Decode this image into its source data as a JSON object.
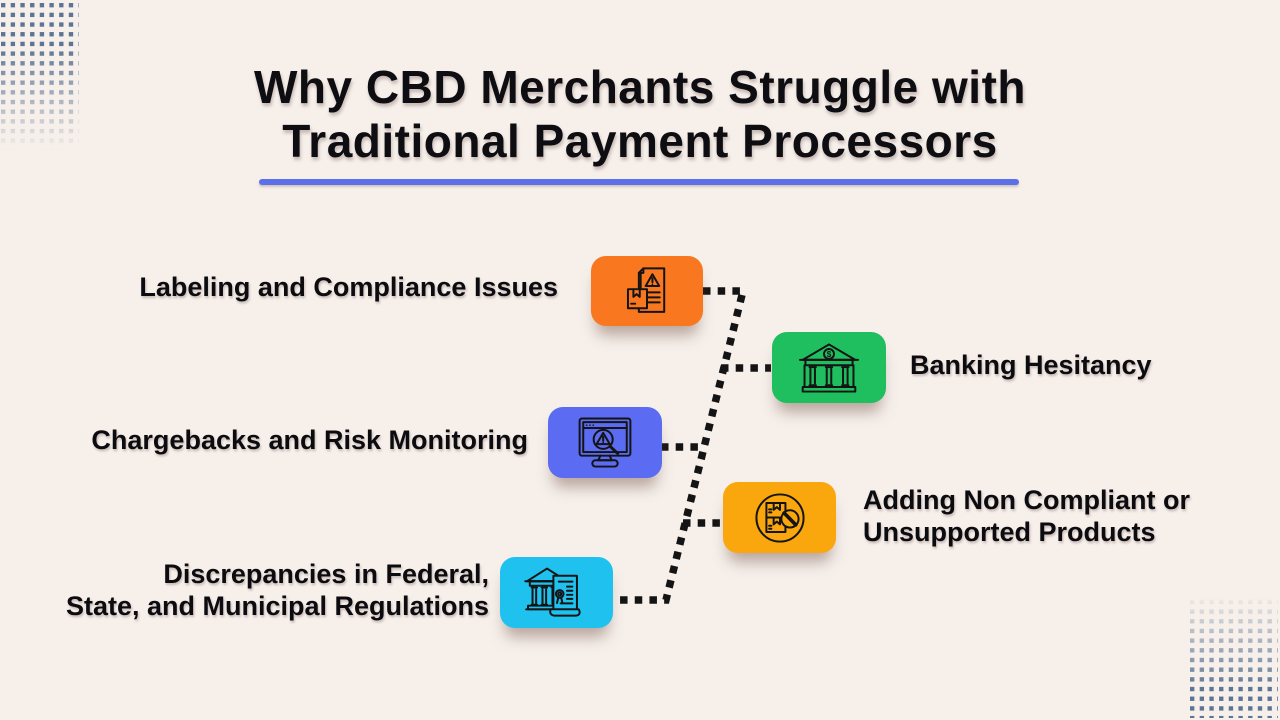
{
  "page": {
    "background_color": "#F6EFEA"
  },
  "decor": {
    "dot_color": "#4A688C"
  },
  "title": {
    "line1": "Why CBD Merchants Struggle with",
    "line2": "Traditional Payment Processors",
    "underline_color": "#5A6FE8"
  },
  "connector": {
    "color": "#141414",
    "style": "dotted-square-dashes"
  },
  "items": [
    {
      "id": "labeling-compliance",
      "icon": "document-warning-icon",
      "color": "#F9771E",
      "lines": [
        "Labeling and Compliance Issues"
      ]
    },
    {
      "id": "banking-hesitancy",
      "icon": "bank-dollar-icon",
      "color": "#1FBE5F",
      "lines": [
        "Banking Hesitancy"
      ]
    },
    {
      "id": "chargebacks-risk",
      "icon": "monitor-risk-search-icon",
      "color": "#5B6CF2",
      "lines": [
        "Chargebacks and Risk Monitoring"
      ]
    },
    {
      "id": "non-compliant-products",
      "icon": "restricted-box-icon",
      "color": "#F9A70C",
      "lines": [
        "Adding Non Compliant or",
        "Unsupported Products"
      ]
    },
    {
      "id": "regulation-discrepancies",
      "icon": "government-scroll-icon",
      "color": "#1FC2EF",
      "lines": [
        "Discrepancies in Federal,",
        "State, and Municipal Regulations"
      ]
    }
  ]
}
